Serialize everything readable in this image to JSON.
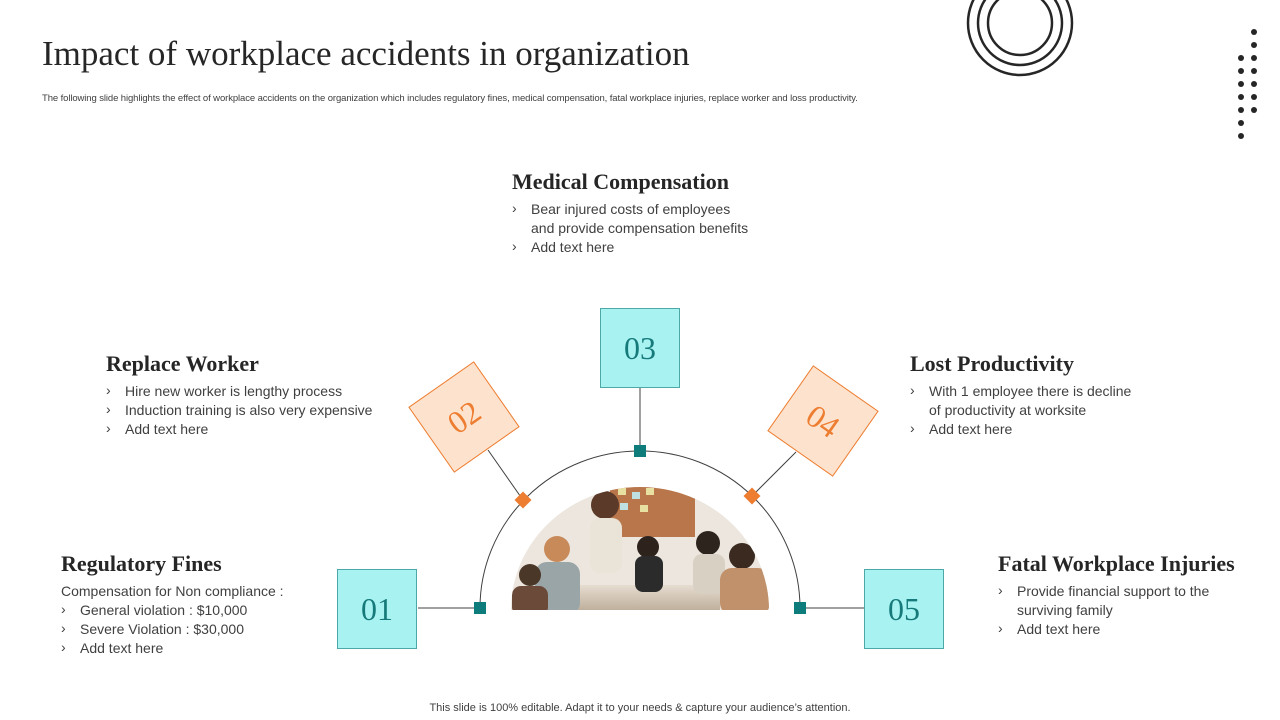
{
  "title": "Impact of workplace accidents in organization",
  "subtitle": "The following slide highlights the effect of workplace accidents on the organization which includes regulatory fines, medical compensation, fatal workplace injuries, replace worker and loss productivity.",
  "footer": "This slide is 100% editable. Adapt it to your needs & capture your audience’s attention.",
  "colors": {
    "teal_box": "#a9f2f2",
    "teal_dark": "#0e7c7b",
    "orange": "#ed7d31",
    "orange_fill": "#fde3cd"
  },
  "items": {
    "regulatory_fines": {
      "number": "01",
      "heading": "Regulatory Fines",
      "intro": "Compensation for Non compliance :",
      "bullets": [
        "General violation : $10,000",
        "Severe Violation : $30,000",
        "Add text here"
      ]
    },
    "replace_worker": {
      "number": "02",
      "heading": "Replace Worker",
      "bullets": [
        "Hire new worker  is lengthy process",
        "Induction training is also very expensive",
        "Add text here"
      ]
    },
    "medical_compensation": {
      "number": "03",
      "heading": "Medical Compensation",
      "bullets": [
        "Bear injured costs of employees",
        "and provide compensation benefits",
        "Add text here"
      ]
    },
    "lost_productivity": {
      "number": "04",
      "heading": "Lost Productivity",
      "bullets": [
        "With 1 employee there is decline",
        "of productivity  at worksite",
        "Add text here"
      ]
    },
    "fatal_injuries": {
      "number": "05",
      "heading": "Fatal Workplace Injuries",
      "bullets": [
        "Provide financial support to the",
        "surviving family",
        "Add text here"
      ]
    }
  }
}
